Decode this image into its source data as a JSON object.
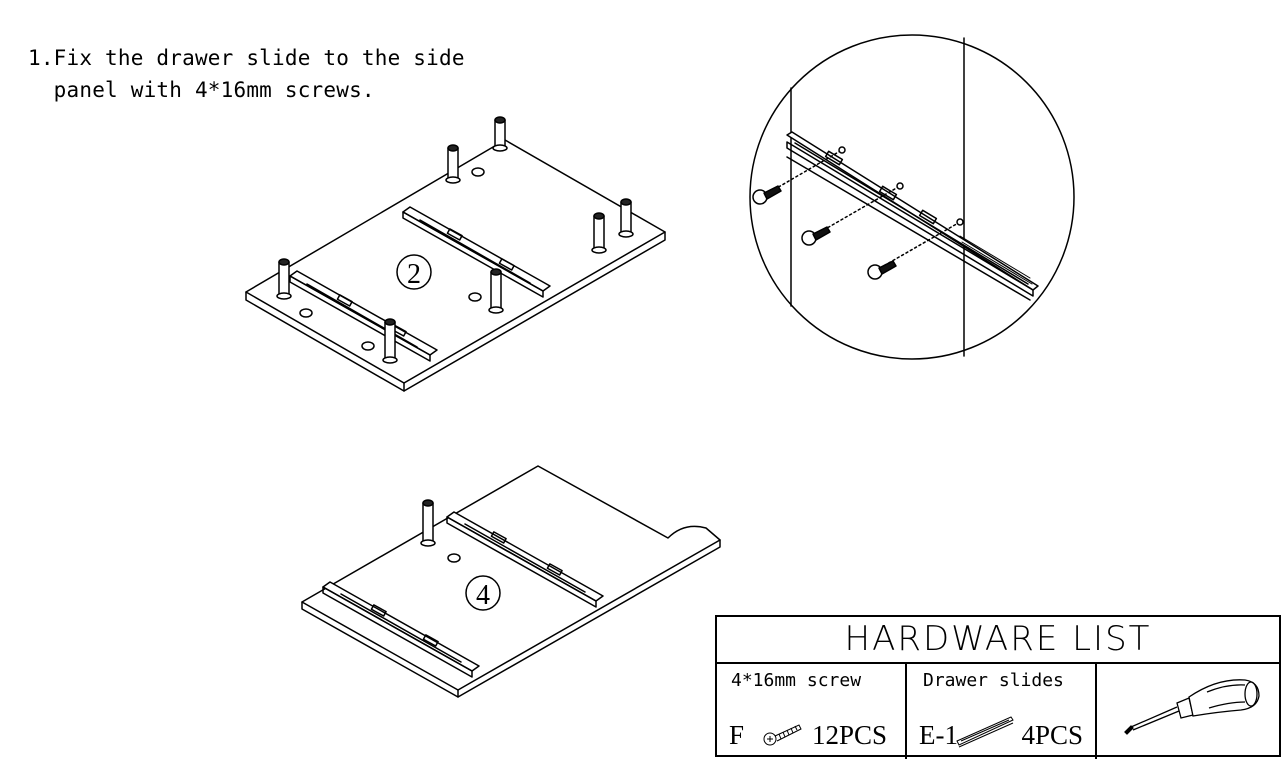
{
  "step": {
    "line1": "1.Fix the drawer slide to the side",
    "line2": "  panel with 4*16mm screws."
  },
  "panel_labels": {
    "panel_a": "2",
    "panel_b": "4"
  },
  "hardware_list": {
    "title": "HARDWARE LIST",
    "items": [
      {
        "label": "4*16mm screw",
        "code": "F",
        "quantity": "12PCS",
        "icon": "screw-icon"
      },
      {
        "label": "Drawer slides",
        "code": "E-1",
        "quantity": "4PCS",
        "icon": "drawer-slide-icon"
      }
    ],
    "tool_icon": "screwdriver-icon"
  }
}
